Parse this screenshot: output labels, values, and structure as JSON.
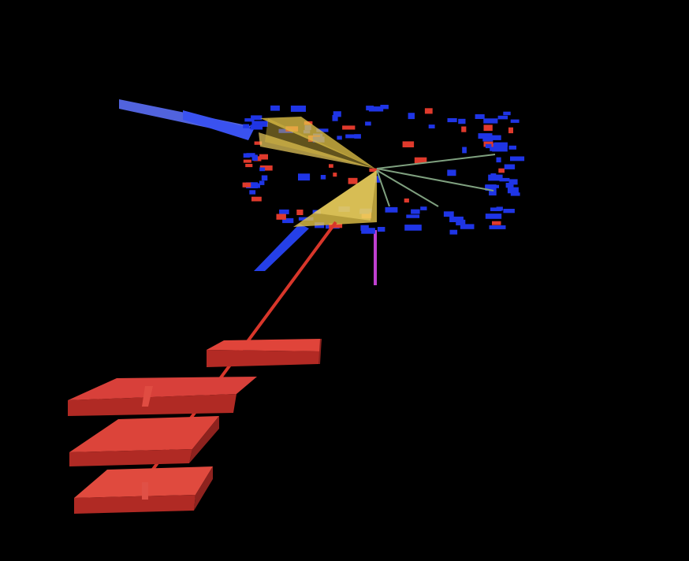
{
  "scene": {
    "background": "#000000",
    "colors": {
      "deposit_blue": "#1f35e6",
      "deposit_red": "#e03a2c",
      "jet_cone": "#e8c84a",
      "track_green": "#7fa07f",
      "muon_track": "#d8362a",
      "muon_chamber": "#c4302a",
      "muon_chamber_top": "#e0443a",
      "missing_energy": "#c040d0",
      "spike_blue": "#3a52f0"
    },
    "icons": [
      "jet-cone",
      "calorimeter-deposit",
      "muon-chamber",
      "track",
      "missing-energy-arrow"
    ]
  }
}
